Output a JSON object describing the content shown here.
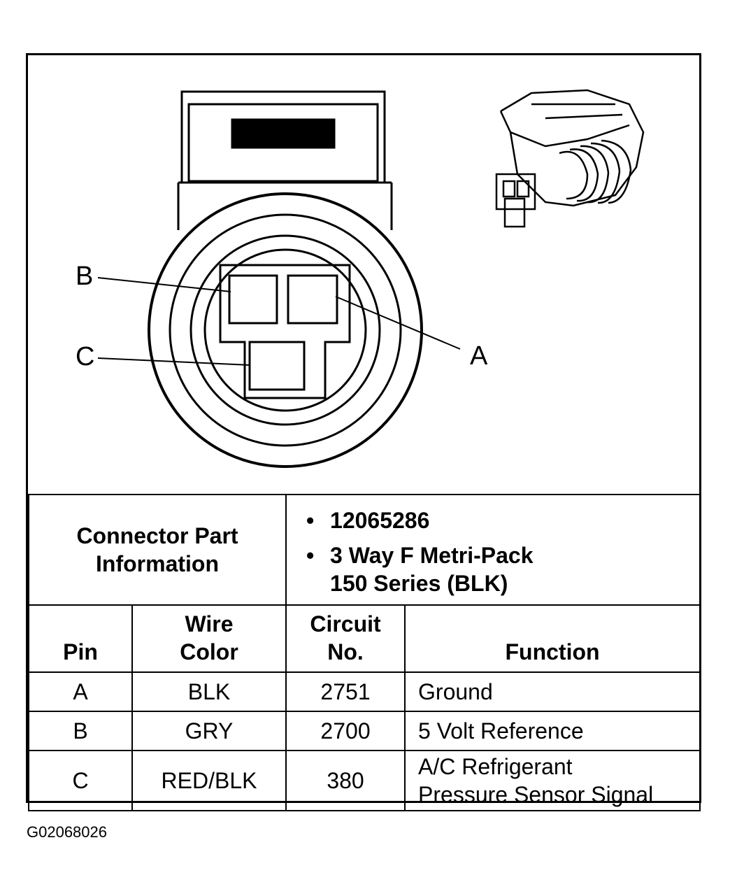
{
  "diagram": {
    "pin_labels": {
      "a": "A",
      "b": "B",
      "c": "C"
    }
  },
  "connector_info": {
    "label_line1": "Connector Part",
    "label_line2": "Information",
    "items": [
      "12065286",
      "3 Way F Metri-Pack",
      "150 Series (BLK)"
    ]
  },
  "pin_table": {
    "headers": {
      "pin": "Pin",
      "wire_color_1": "Wire",
      "wire_color_2": "Color",
      "circuit_1": "Circuit",
      "circuit_2": "No.",
      "function": "Function"
    },
    "rows": [
      {
        "pin": "A",
        "wire_color": "BLK",
        "circuit": "2751",
        "function_1": "Ground",
        "function_2": ""
      },
      {
        "pin": "B",
        "wire_color": "GRY",
        "circuit": "2700",
        "function_1": "5 Volt Reference",
        "function_2": ""
      },
      {
        "pin": "C",
        "wire_color": "RED/BLK",
        "circuit": "380",
        "function_1": "A/C Refrigerant",
        "function_2": "Pressure Sensor Signal"
      }
    ]
  },
  "figure_id": "G02068026"
}
